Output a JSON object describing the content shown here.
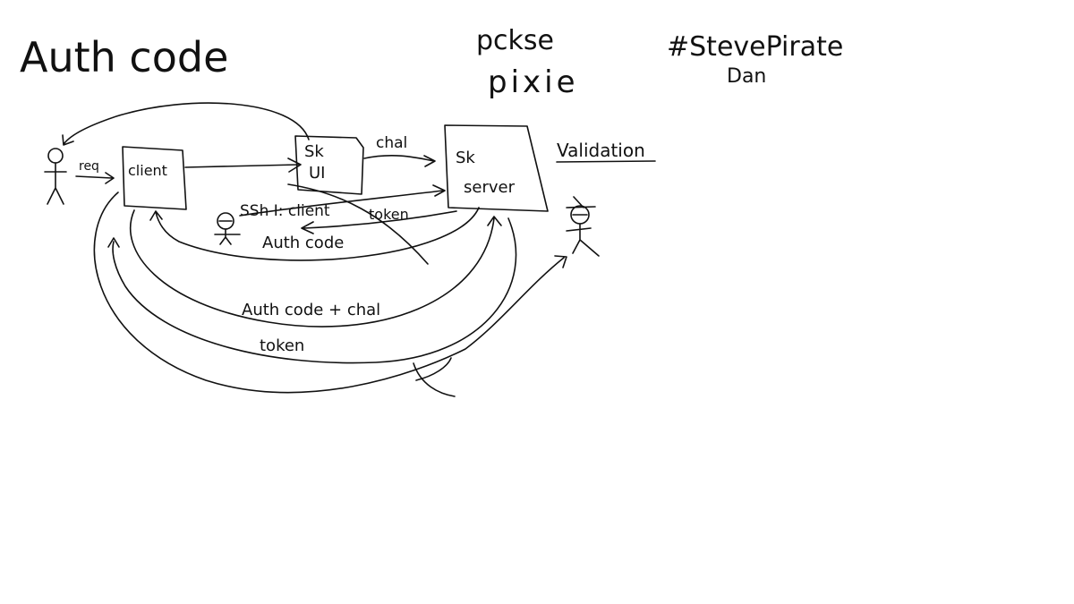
{
  "title": "Auth code",
  "notes": {
    "pkce": "pckse",
    "pixie": "pixie",
    "hashtag": "#StevePirate",
    "name": "Dan"
  },
  "boxes": {
    "client": "client",
    "sk_ui_line1": "Sk",
    "sk_ui_line2": "UI",
    "sk_server_line1": "Sk",
    "sk_server_line2": "server"
  },
  "labels": {
    "req": "req",
    "chal": "chal",
    "validation": "Validation",
    "ssh": "SSh I: client",
    "token_inner": "token",
    "auth_code_inner": "Auth code",
    "auth_code_chal": "Auth code + chal",
    "token_outer": "token"
  },
  "colors": {
    "ink": "#111111",
    "background": "#ffffff"
  }
}
